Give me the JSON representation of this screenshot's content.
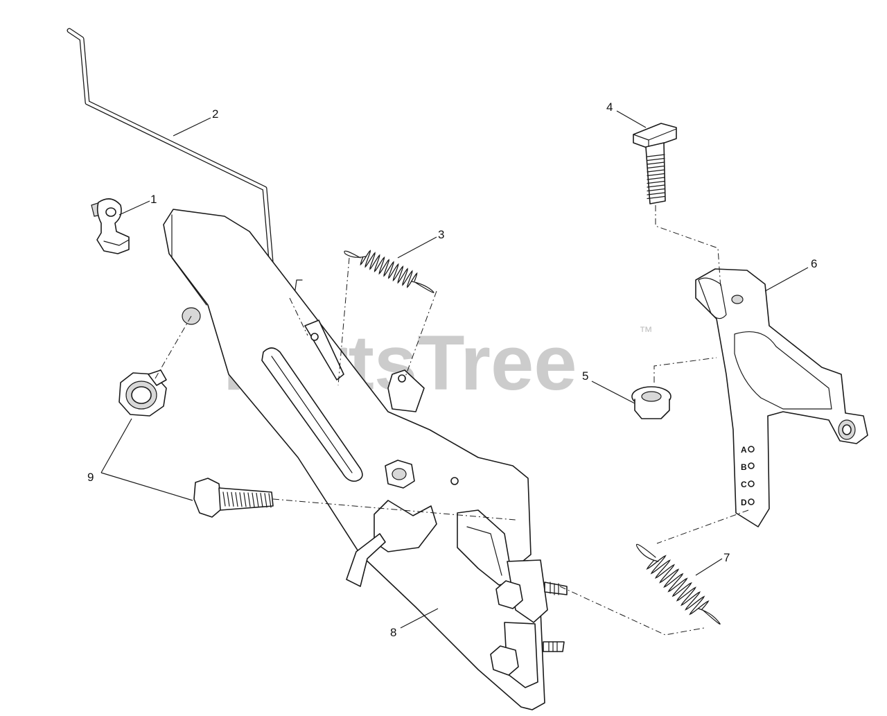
{
  "watermark": {
    "text": "PartsTree",
    "trademark": "™",
    "color": "#c4c4c4"
  },
  "callouts": [
    {
      "id": "1",
      "label": "1",
      "part": "cable-clamp"
    },
    {
      "id": "2",
      "label": "2",
      "part": "control-rod"
    },
    {
      "id": "3",
      "label": "3",
      "part": "extension-spring"
    },
    {
      "id": "4",
      "label": "4",
      "part": "carriage-bolt"
    },
    {
      "id": "5",
      "label": "5",
      "part": "flange-nut"
    },
    {
      "id": "6",
      "label": "6",
      "part": "governor-lever"
    },
    {
      "id": "7",
      "label": "7",
      "part": "governor-spring"
    },
    {
      "id": "8",
      "label": "8",
      "part": "throttle-control-bracket"
    },
    {
      "id": "9",
      "label": "9",
      "part": "flange-bolt"
    }
  ],
  "lever_holes": [
    "A",
    "B",
    "C",
    "D"
  ],
  "colors": {
    "line": "#1a1a1a",
    "background": "#ffffff"
  }
}
